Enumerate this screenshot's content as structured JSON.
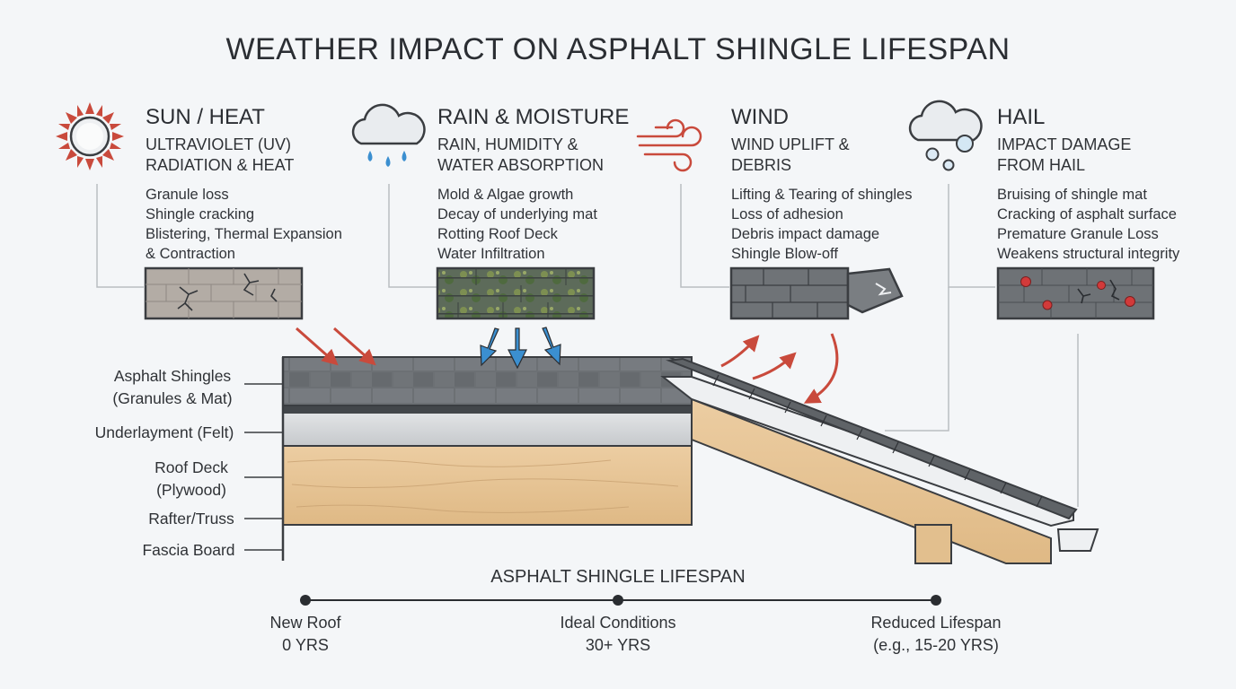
{
  "title": "WEATHER IMPACT ON ASPHALT SHINGLE LIFESPAN",
  "factors": [
    {
      "heading": "SUN / HEAT",
      "subtitle": [
        "ULTRAVIOLET (UV)",
        "RADIATION & HEAT"
      ],
      "effects": [
        "Granule loss",
        "Shingle cracking",
        "Blistering, Thermal Expansion",
        "& Contraction"
      ],
      "icon": "sun-icon"
    },
    {
      "heading": "RAIN & MOISTURE",
      "subtitle": [
        "RAIN, HUMIDITY &",
        "WATER ABSORPTION"
      ],
      "effects": [
        "Mold & Algae growth",
        "Decay of underlying mat",
        "Rotting Roof Deck",
        "Water Infiltration"
      ],
      "icon": "rain-cloud-icon"
    },
    {
      "heading": "WIND",
      "subtitle": [
        "WIND UPLIFT &",
        "DEBRIS"
      ],
      "effects": [
        "Lifting & Tearing of shingles",
        "Loss of adhesion",
        "Debris impact damage",
        "Shingle Blow-off"
      ],
      "icon": "wind-icon"
    },
    {
      "heading": "HAIL",
      "subtitle": [
        "IMPACT DAMAGE",
        "FROM HAIL"
      ],
      "effects": [
        "Bruising of shingle mat",
        "Cracking of asphalt surface",
        "Premature Granule Loss",
        "Weakens structural integrity"
      ],
      "icon": "hail-cloud-icon"
    }
  ],
  "layers": [
    {
      "label_1": "Asphalt Shingles",
      "label_2": "(Granules & Mat)"
    },
    {
      "label_1": "Underlayment (Felt)",
      "label_2": ""
    },
    {
      "label_1": "Roof Deck",
      "label_2": "(Plywood)"
    },
    {
      "label_1": "Rafter/Truss",
      "label_2": ""
    },
    {
      "label_1": "Fascia Board",
      "label_2": ""
    }
  ],
  "timeline": {
    "title": "ASPHALT SHINGLE LIFESPAN",
    "points": [
      {
        "label_1": "New Roof",
        "label_2": "0 YRS"
      },
      {
        "label_1": "Ideal Conditions",
        "label_2": "30+ YRS"
      },
      {
        "label_1": "Reduced Lifespan",
        "label_2": "(e.g., 15-20 YRS)"
      }
    ]
  },
  "colors": {
    "sun": "#c94a3c",
    "rain": "#3b8fd0",
    "wind": "#c94a3c",
    "shingle": "#6f7377",
    "wood": "#e8c79b",
    "felt": "#d3d6d9"
  }
}
